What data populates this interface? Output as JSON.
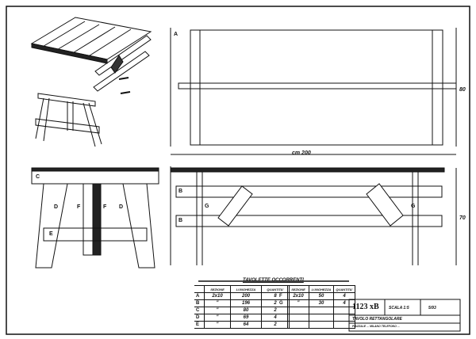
{
  "drawing": {
    "dimensions": {
      "length": "cm 200",
      "width": "80",
      "height": "70"
    },
    "top_view_labels": [
      "A"
    ],
    "side_view_labels": [
      "B",
      "G",
      "G",
      "B"
    ],
    "end_view_labels": [
      "C",
      "D",
      "F",
      "F",
      "D",
      "E"
    ]
  },
  "parts_table": {
    "title": "TAVOLETTE OCCORRENTI",
    "headers": [
      "SEZIONE",
      "LUNGHEZZA",
      "QUANTITA'"
    ],
    "left_rows": [
      {
        "key": "A",
        "section": "2x10",
        "length": "200",
        "qty": "8"
      },
      {
        "key": "B",
        "section": "\"",
        "length": "196",
        "qty": "2"
      },
      {
        "key": "C",
        "section": "\"",
        "length": "80",
        "qty": "2"
      },
      {
        "key": "D",
        "section": "\"",
        "length": "69",
        "qty": "4"
      },
      {
        "key": "E",
        "section": "\"",
        "length": "64",
        "qty": "2"
      }
    ],
    "right_rows": [
      {
        "key": "F",
        "section": "2x10",
        "length": "50",
        "qty": "4"
      },
      {
        "key": "G",
        "section": "\"",
        "length": "30",
        "qty": "4"
      },
      {
        "key": "",
        "section": "",
        "length": "",
        "qty": ""
      },
      {
        "key": "",
        "section": "",
        "length": "",
        "qty": ""
      },
      {
        "key": "",
        "section": "",
        "length": "",
        "qty": ""
      }
    ]
  },
  "title_block": {
    "code": "1123 xB",
    "scale": "SCALA 1:5",
    "sheet": "5/93",
    "name": "TAVOLO RETTANGOLARE",
    "address": "PIAZZALE ... MILANO  TELEFONO ..."
  }
}
